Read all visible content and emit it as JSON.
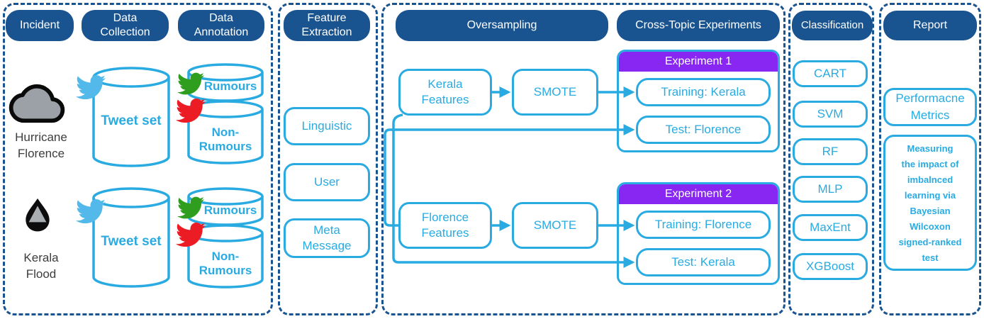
{
  "section_headers": {
    "incident": "Incident",
    "data_collection": [
      "Data",
      "Collection"
    ],
    "data_annotation": [
      "Data",
      "Annotation"
    ],
    "feature_extraction": [
      "Feature",
      "Extraction"
    ],
    "oversampling": "Oversampling",
    "cross_topic": "Cross-Topic Experiments",
    "classification": "Classification",
    "report": "Report"
  },
  "incidents": {
    "hurricane": {
      "name": [
        "Hurricane",
        "Florence"
      ],
      "tweet_set": "Tweet set",
      "rumours": "Rumours",
      "non_rumours": "Non-Rumours"
    },
    "kerala": {
      "name": [
        "Kerala",
        "Flood"
      ],
      "tweet_set": "Tweet set",
      "rumours": "Rumours",
      "non_rumours": "Non-Rumours"
    }
  },
  "feature_extraction": {
    "items": [
      "Linguistic",
      "User",
      "Meta Message"
    ]
  },
  "oversampling": {
    "kerala_features": [
      "Kerala",
      "Features"
    ],
    "florence_features": [
      "Florence",
      "Features"
    ],
    "smote_kerala": "SMOTE",
    "smote_florence": "SMOTE"
  },
  "experiments": [
    {
      "title": "Experiment 1",
      "training": "Training: Kerala",
      "test": "Test: Florence"
    },
    {
      "title": "Experiment 2",
      "training": "Training: Florence",
      "test": "Test: Kerala"
    }
  ],
  "classification": {
    "items": [
      "CART",
      "SVM",
      "RF",
      "MLP",
      "MaxEnt",
      "XGBoost"
    ]
  },
  "report": {
    "performance_metrics": [
      "Performacne",
      "Metrics"
    ],
    "statistical_test_lines": [
      "Measuring",
      "the impact of",
      "imbalnced",
      "learning via",
      "Bayesian",
      "Wilcoxon",
      "signed-ranked",
      "test"
    ]
  },
  "colors": {
    "navy": "#1A5490",
    "cyan": "#29ABE2",
    "purple": "#8826F2",
    "bird_blue": "#53B8EA",
    "bird_green": "#2F9E1E",
    "bird_red": "#EC1C24",
    "cloud_gray": "#9BA1A7"
  }
}
